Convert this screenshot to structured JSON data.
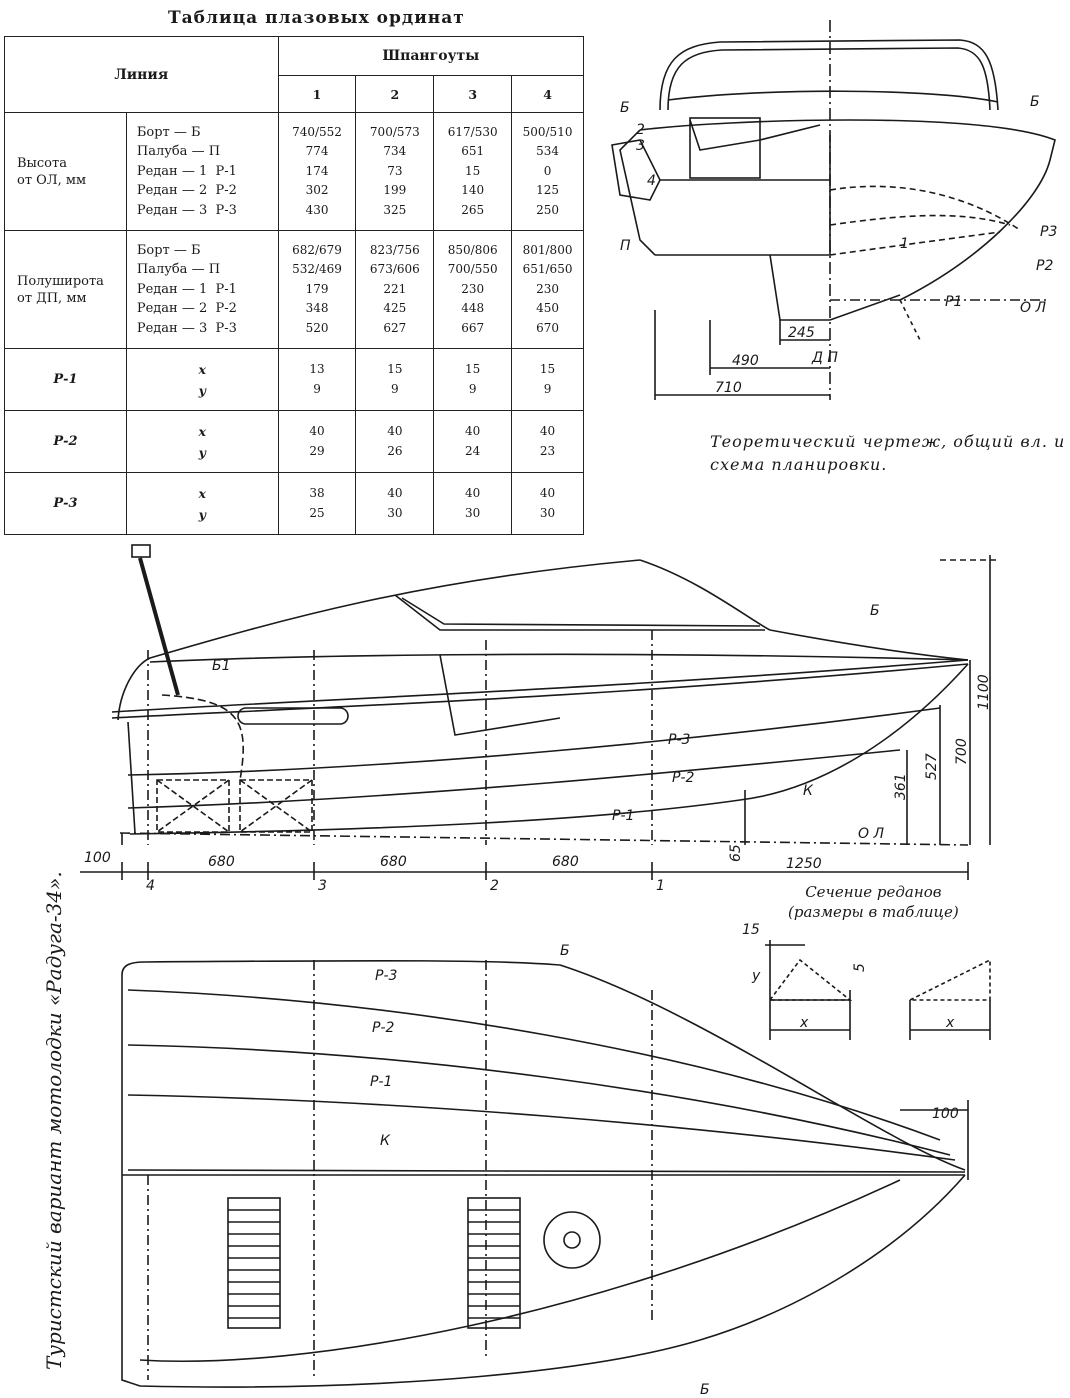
{
  "table": {
    "title": "Таблица плазовых ординат",
    "col_line": "Линия",
    "col_frames": "Шпангоуты",
    "frame_nums": [
      "1",
      "2",
      "3",
      "4"
    ],
    "groups": [
      {
        "label": "Высота\nот ОЛ, мм",
        "lines": "Борт — Б\nПалуба — П\nРедан — 1  Р-1\nРедан — 2  Р-2\nРедан — 3  Р-3",
        "cols": [
          "740/552\n774\n174\n302\n430",
          "700/573\n734\n73\n199\n325",
          "617/530\n651\n15\n140\n265",
          "500/510\n534\n0\n125\n250"
        ]
      },
      {
        "label": "Полуширота\nот ДП, мм",
        "lines": "Борт — Б\nПалуба — П\nРедан — 1  Р-1\nРедан — 2  Р-2\nРедан — 3  Р-3",
        "cols": [
          "682/679\n532/469\n179\n348\n520",
          "823/756\n673/606\n221\n425\n627",
          "850/806\n700/550\n230\n448\n667",
          "801/800\n651/650\n230\n450\n670"
        ]
      }
    ],
    "reds": [
      {
        "label": "Р-1",
        "xy": "x\ny",
        "cols": [
          "13\n9",
          "15\n9",
          "15\n9",
          "15\n9"
        ]
      },
      {
        "label": "Р-2",
        "xy": "x\ny",
        "cols": [
          "40\n29",
          "40\n26",
          "40\n24",
          "40\n23"
        ]
      },
      {
        "label": "Р-3",
        "xy": "x\ny",
        "cols": [
          "38\n25",
          "40\n30",
          "40\n30",
          "40\n30"
        ]
      }
    ]
  },
  "captions": {
    "top_right": "Теоретический чертеж, общий вл. и\nсхема планировки.",
    "side": "Туристский вариант мотолодки «Радуга-34».",
    "section": "Сечение реданов\n(размеры в таблице)"
  },
  "labels": {
    "b": "Б",
    "b1": "Б1",
    "p": "П",
    "r1": "Р-1",
    "r2": "Р-2",
    "r3": "Р-3",
    "k": "К",
    "ol": "О Л",
    "dp": "Д П",
    "p2": "Р2",
    "p3": "Р3",
    "p1": "Р1",
    "n1": "1",
    "n2": "2",
    "n3": "3",
    "n4": "4",
    "x": "x",
    "y": "y"
  },
  "dims": {
    "d245": "245",
    "d490": "490",
    "d710": "710",
    "d100": "100",
    "d680a": "680",
    "d680b": "680",
    "d680c": "680",
    "d1250": "1250",
    "d65": "65",
    "d361": "361",
    "d527": "527",
    "d700": "700",
    "d1100": "1100",
    "d15": "15",
    "d5": "5",
    "d100b": "100"
  }
}
